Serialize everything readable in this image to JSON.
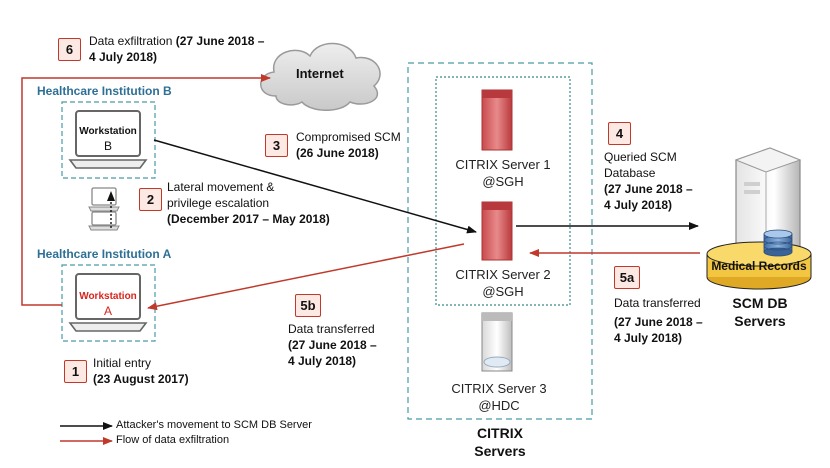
{
  "steps": {
    "s1": {
      "num": "1",
      "text": "Initial entry",
      "date": "(23 August 2017)"
    },
    "s2": {
      "num": "2",
      "text1": "Lateral movement &",
      "text2": "privilege escalation",
      "date": "(December 2017 – May 2018)"
    },
    "s3": {
      "num": "3",
      "text": "Compromised SCM",
      "date": "(26 June 2018)"
    },
    "s4": {
      "num": "4",
      "text1": "Queried SCM",
      "text2": "Database",
      "date1": "(27 June 2018 –",
      "date2": "4 July 2018)"
    },
    "s5a": {
      "num": "5a",
      "text": "Data transferred",
      "date1": "(27 June 2018 –",
      "date2": "4 July 2018)"
    },
    "s5b": {
      "num": "5b",
      "text": "Data transferred",
      "date1": "(27 June 2018 –",
      "date2": "4 July 2018)"
    },
    "s6": {
      "num": "6",
      "text": "Data exfiltration",
      "date_a": "(27 June 2018 –",
      "date_b": "4 July 2018)"
    }
  },
  "internet": "Internet",
  "institutions": {
    "b": {
      "label": "Healthcare Institution B",
      "ws_line1": "Workstation",
      "ws_line2": "B"
    },
    "a": {
      "label": "Healthcare Institution A",
      "ws_line1": "Workstation",
      "ws_line2": "A"
    }
  },
  "servers": {
    "s1": {
      "line1": "CITRIX Server 1",
      "line2": "@SGH"
    },
    "s2": {
      "line1": "CITRIX Server 2",
      "line2": "@SGH"
    },
    "s3": {
      "line1": "CITRIX Server 3",
      "line2": "@HDC"
    }
  },
  "citrix_group": {
    "line1": "CITRIX",
    "line2": "Servers"
  },
  "db": {
    "badge": "Medical Records",
    "line1": "SCM DB",
    "line2": "Servers"
  },
  "legend": {
    "black": "Attacker's movement to SCM DB Server",
    "red": "Flow of data exfiltration"
  },
  "colors": {
    "red_flow": "#c0392b",
    "black_flow": "#111111",
    "institution_text": "#2e6f96",
    "dashed_box": "#4a9aa8",
    "compromised_server": "#d9575a",
    "db_badge": "#f2c641"
  }
}
